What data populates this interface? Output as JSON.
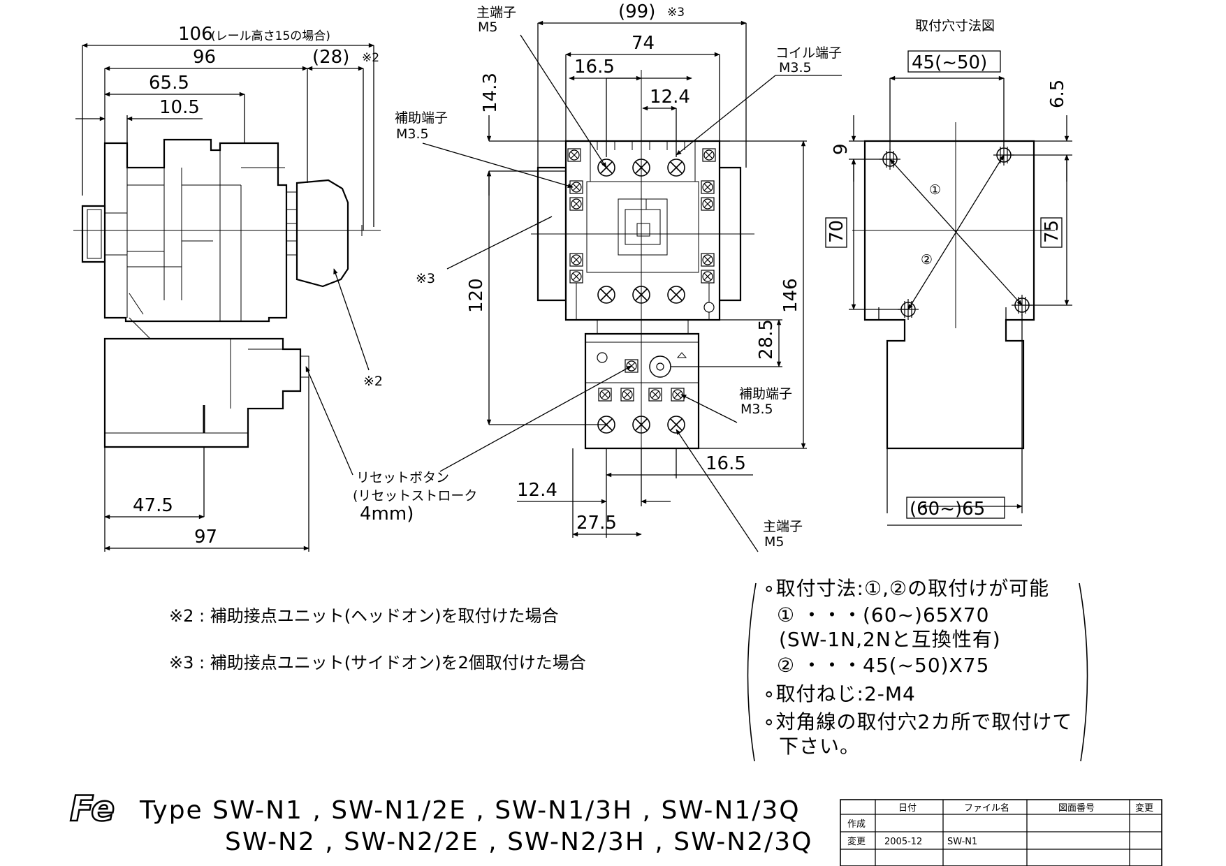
{
  "side_view": {
    "dim_106": "106",
    "dim_106_note": "(レール高さ15の場合)",
    "dim_96": "96",
    "dim_28": "(28)",
    "dim_28_mark": "※2",
    "dim_65_5": "65.5",
    "dim_10_5": "10.5",
    "dim_47_5": "47.5",
    "dim_97": "97",
    "callout_2": "※2",
    "reset_line1": "リセットボタン",
    "reset_line2": "(リセットストローク",
    "reset_line3": "4mm)"
  },
  "front_view": {
    "dim_99": "(99)",
    "dim_99_mark": "※3",
    "dim_74": "74",
    "dim_16_5_top": "16.5",
    "dim_12_4_top": "12.4",
    "dim_14_3": "14.3",
    "dim_120": "120",
    "dim_146": "146",
    "dim_28_5": "28.5",
    "dim_16_5_bottom": "16.5",
    "dim_12_4_bottom": "12.4",
    "dim_27_5": "27.5",
    "main_terminal_top": "主端子",
    "main_terminal_top_size": "M5",
    "coil_terminal": "コイル端子",
    "coil_terminal_size": "M3.5",
    "aux_terminal_left": "補助端子",
    "aux_terminal_left_size": "M3.5",
    "callout_3": "※3",
    "aux_terminal_right": "補助端子",
    "aux_terminal_right_size": "M3.5",
    "main_terminal_bottom": "主端子",
    "main_terminal_bottom_size": "M5"
  },
  "mount_view": {
    "title": "取付穴寸法図",
    "dim_45_50": "45(~50)",
    "dim_6_5": "6.5",
    "dim_9": "9",
    "dim_70": "70",
    "dim_75": "75",
    "dim_60_65": "(60~)65",
    "hole_1": "①",
    "hole_2": "②"
  },
  "notes": {
    "note_2": "※2 : 補助接点ユニット(ヘッドオン)を取付けた場合",
    "note_3": "※3 : 補助接点ユニット(サイドオン)を2個取付けた場合"
  },
  "spec": {
    "line1": "∘取付寸法:①,②の取付けが可能",
    "line2": "①  ・・・(60~)65X70",
    "line3": "(SW-1N,2Nと互換性有)",
    "line4": "②  ・・・45(~50)X75",
    "line5": "∘取付ねじ:2-M4",
    "line6": "∘対角線の取付穴2カ所で取付けて",
    "line7": "下さい。"
  },
  "type_line": {
    "logo": "Fe",
    "line1": "Type SW-N1 , SW-N1/2E , SW-N1/3H , SW-N1/3Q",
    "line2": "SW-N2 , SW-N2/2E , SW-N2/3H , SW-N2/3Q"
  },
  "title_block": {
    "header_date": "日付",
    "header_file": "ファイル名",
    "header_drawing_no": "図面番号",
    "header_change": "変更",
    "row_created": "作成",
    "row_changed": "変更",
    "changed_date": "2005-12",
    "changed_file": "SW-N1"
  }
}
